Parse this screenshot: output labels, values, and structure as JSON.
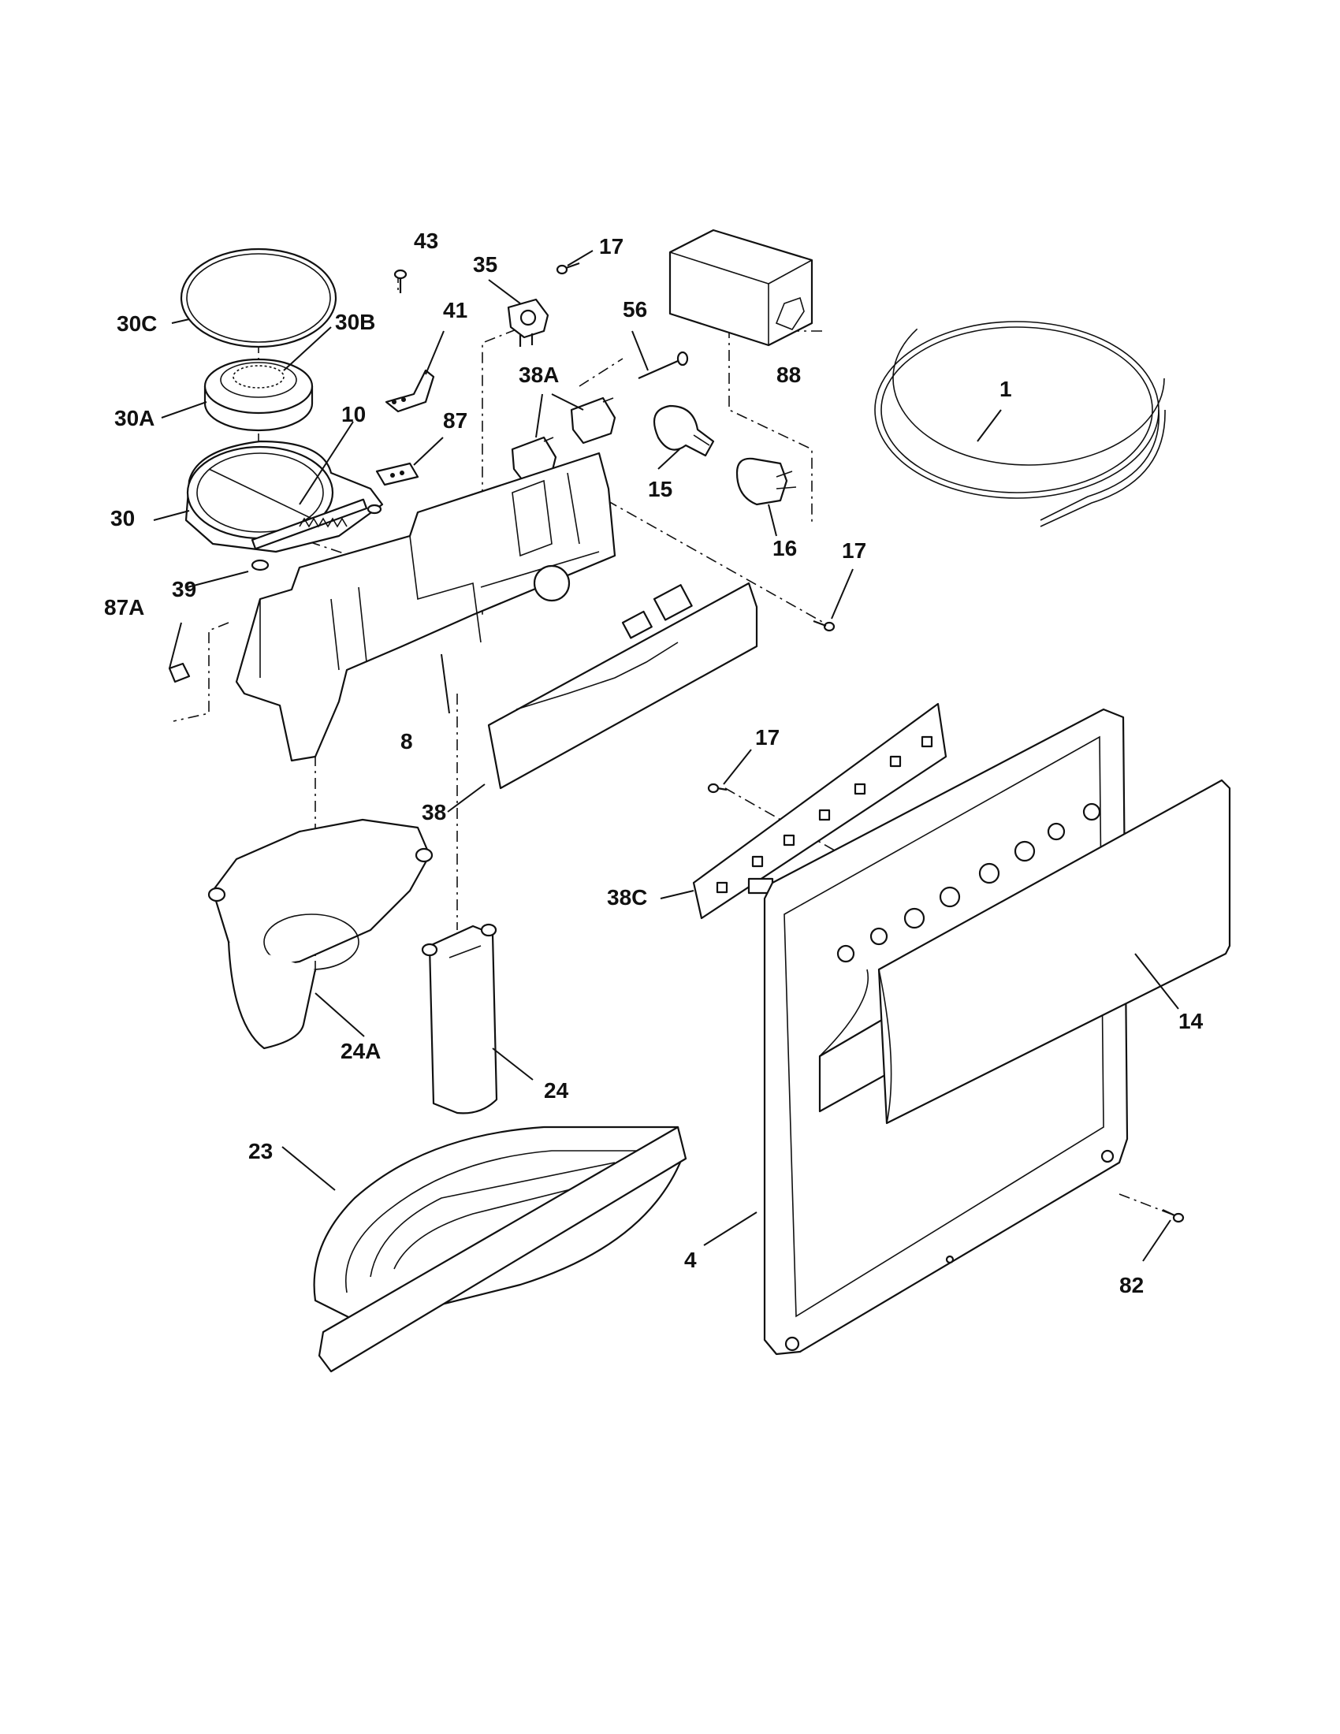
{
  "diagram": {
    "callouts": {
      "p43": "43",
      "p35": "35",
      "p17a": "17",
      "p30c": "30C",
      "p30b": "30B",
      "p41": "41",
      "p56": "56",
      "p88": "88",
      "p38a": "38A",
      "p1": "1",
      "p30a": "30A",
      "p10": "10",
      "p87": "87",
      "p15": "15",
      "p30": "30",
      "p16": "16",
      "p17b": "17",
      "p39": "39",
      "p87a": "87A",
      "p8": "8",
      "p17c": "17",
      "p38": "38",
      "p38c": "38C",
      "p14": "14",
      "p24a": "24A",
      "p24": "24",
      "p23": "23",
      "p4": "4",
      "p82": "82"
    }
  }
}
